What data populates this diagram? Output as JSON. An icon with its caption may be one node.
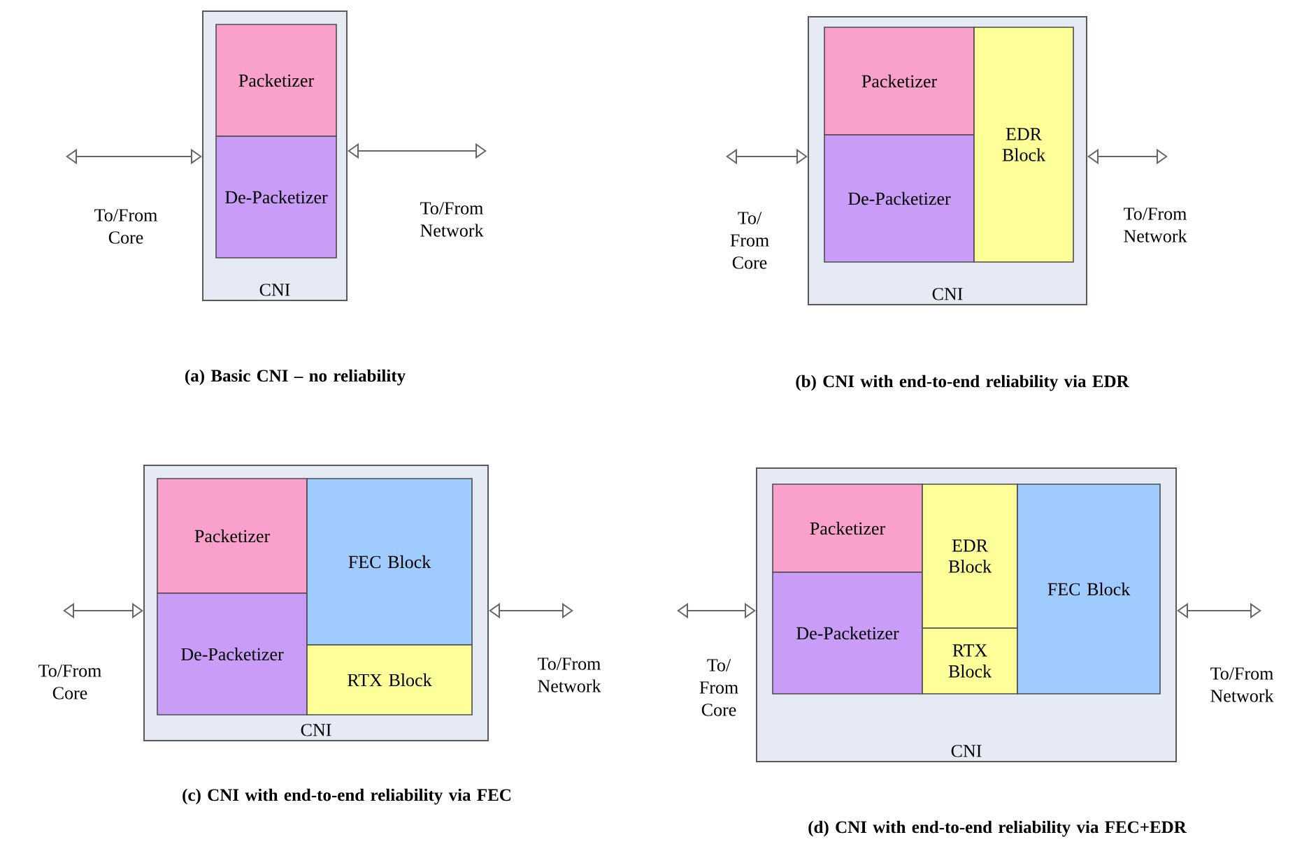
{
  "diagram": {
    "nodes": [
      {
        "text": [
          "CNI"
        ]
      },
      {
        "text": [
          "Packetizer"
        ],
        "in": 0
      },
      {
        "text": [
          "De-Packetizer"
        ],
        "in": 0
      },
      {
        "text": [
          "CNI"
        ]
      },
      {
        "text": [
          "Packetizer"
        ],
        "in": 3
      },
      {
        "text": [
          "De-Packetizer"
        ],
        "in": 3
      },
      {
        "text": [
          "EDR Block"
        ],
        "in": 3
      },
      {
        "text": [
          "CNI"
        ]
      },
      {
        "text": [
          "Packetizer"
        ],
        "in": 7
      },
      {
        "text": [
          "De-Packetizer"
        ],
        "in": 7
      },
      {
        "text": [
          "FEC Block"
        ],
        "in": 7
      },
      {
        "text": [
          "RTX Block"
        ],
        "in": 7
      },
      {
        "text": [
          "CNI"
        ]
      },
      {
        "text": [
          "Packetizer"
        ],
        "in": 12
      },
      {
        "text": [
          "De-Packetizer"
        ],
        "in": 12
      },
      {
        "text": [
          "EDR Block"
        ],
        "in": 12
      },
      {
        "text": [
          "RTX Block"
        ],
        "in": 12
      },
      {
        "text": [
          "FEC Block"
        ],
        "in": 12
      }
    ],
    "edges": [
      {
        "from": null,
        "to": 0,
        "arrow": "both"
      },
      {
        "from": 0,
        "to": null,
        "arrow": "both"
      },
      {
        "from": null,
        "to": 3,
        "arrow": "both"
      },
      {
        "from": 3,
        "to": null,
        "arrow": "both"
      },
      {
        "from": null,
        "to": 7,
        "arrow": "both"
      },
      {
        "from": 7,
        "to": null,
        "arrow": "both"
      },
      {
        "from": null,
        "to": 12,
        "arrow": "both"
      },
      {
        "from": 12,
        "to": null,
        "arrow": "both"
      }
    ],
    "labels": [
      "To/From Core",
      "To/From Network",
      "To/ From Core",
      "To/From Network",
      "(a) Basic CNI – no reliability",
      "(b) CNI with end-to-end reliability via EDR",
      "To/From Core",
      "To/From Network",
      "To/ From Core",
      "To/From Network",
      "(c) CNI with end-to-end reliability via FEC",
      "(d) CNI with end-to-end reliability via FEC+EDR"
    ]
  }
}
